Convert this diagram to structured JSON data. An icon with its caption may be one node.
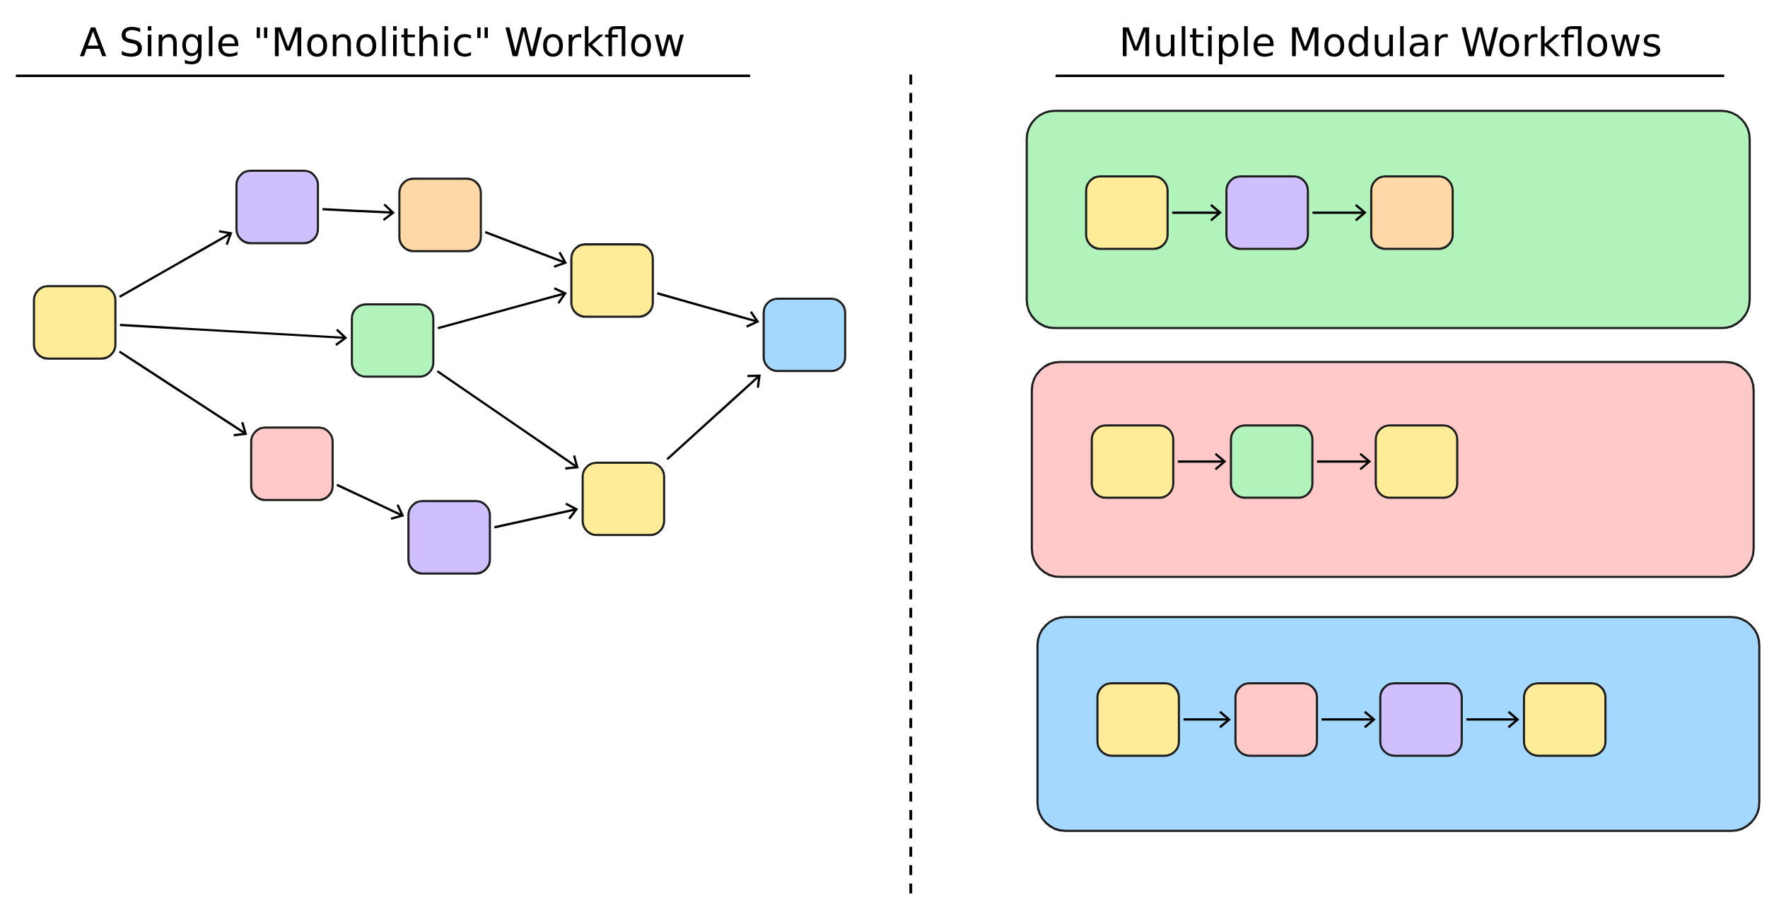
{
  "diagram": {
    "nodes": [
      {
        "text": [],
        "shape": "box"
      },
      {
        "text": [],
        "shape": "box"
      },
      {
        "text": [],
        "shape": "box"
      },
      {
        "text": [],
        "shape": "box"
      },
      {
        "text": [],
        "shape": "box"
      },
      {
        "text": [],
        "shape": "box"
      },
      {
        "text": [],
        "shape": "box"
      },
      {
        "text": [],
        "shape": "box"
      },
      {
        "text": [],
        "shape": "box"
      },
      {
        "text": [],
        "shape": "box"
      },
      {
        "text": [],
        "shape": "box",
        "in": 9
      },
      {
        "text": [],
        "shape": "box",
        "in": 9
      },
      {
        "text": [],
        "shape": "box",
        "in": 9
      },
      {
        "text": [],
        "shape": "box"
      },
      {
        "text": [],
        "shape": "box",
        "in": 13
      },
      {
        "text": [],
        "shape": "box",
        "in": 13
      },
      {
        "text": [],
        "shape": "box",
        "in": 13
      },
      {
        "text": [],
        "shape": "box"
      },
      {
        "text": [],
        "shape": "box",
        "in": 17
      },
      {
        "text": [],
        "shape": "box",
        "in": 17
      },
      {
        "text": [],
        "shape": "box",
        "in": 17
      },
      {
        "text": [],
        "shape": "box",
        "in": 17
      }
    ],
    "edges": [
      {
        "from": 0,
        "to": 1,
        "arrow": "to"
      },
      {
        "from": 0,
        "to": 3,
        "arrow": "to"
      },
      {
        "from": 0,
        "to": 4,
        "arrow": "to"
      },
      {
        "from": 1,
        "to": 2,
        "arrow": "to"
      },
      {
        "from": 2,
        "to": 5,
        "arrow": "to"
      },
      {
        "from": 3,
        "to": 5,
        "arrow": "to"
      },
      {
        "from": 3,
        "to": 7,
        "arrow": "to"
      },
      {
        "from": 4,
        "to": 6,
        "arrow": "to"
      },
      {
        "from": 6,
        "to": 7,
        "arrow": "to"
      },
      {
        "from": 5,
        "to": 8,
        "arrow": "to"
      },
      {
        "from": 7,
        "to": 8,
        "arrow": "to"
      },
      {
        "from": 10,
        "to": 11,
        "arrow": "to"
      },
      {
        "from": 11,
        "to": 12,
        "arrow": "to"
      },
      {
        "from": 14,
        "to": 15,
        "arrow": "to"
      },
      {
        "from": 15,
        "to": 16,
        "arrow": "to"
      },
      {
        "from": 18,
        "to": 19,
        "arrow": "to"
      },
      {
        "from": 19,
        "to": 20,
        "arrow": "to"
      },
      {
        "from": 20,
        "to": 21,
        "arrow": "to"
      }
    ],
    "labels": [
      "A Single \"Monolithic\" Workflow",
      "Multiple Modular Workflows"
    ]
  }
}
